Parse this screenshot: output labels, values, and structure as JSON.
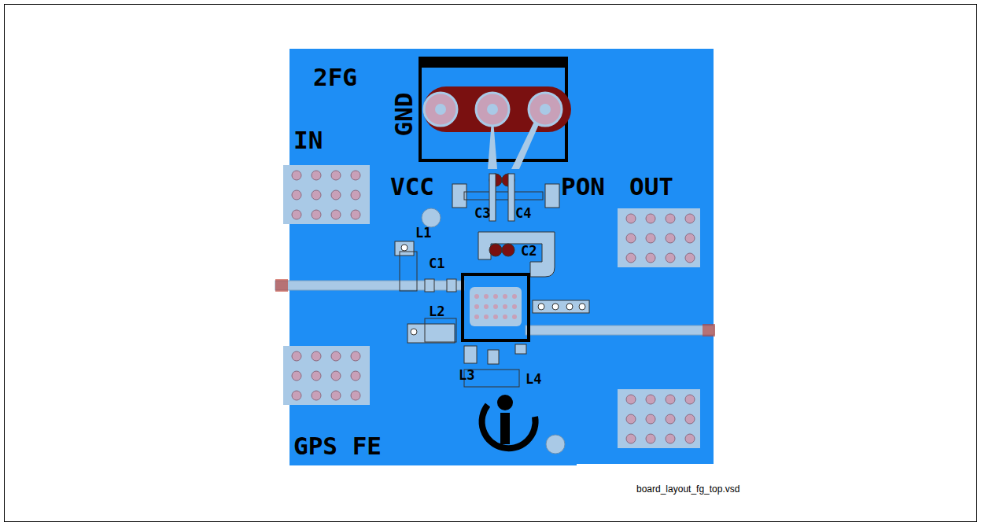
{
  "diagram": {
    "caption": "board_layout_fg_top.vsd",
    "labels": [
      "2FG",
      "GND",
      "IN",
      "VCC",
      "PON",
      "OUT",
      "C3",
      "C4",
      "L1",
      "C1",
      "C2",
      "L2",
      "L3",
      "L4",
      "GPS FE"
    ]
  }
}
